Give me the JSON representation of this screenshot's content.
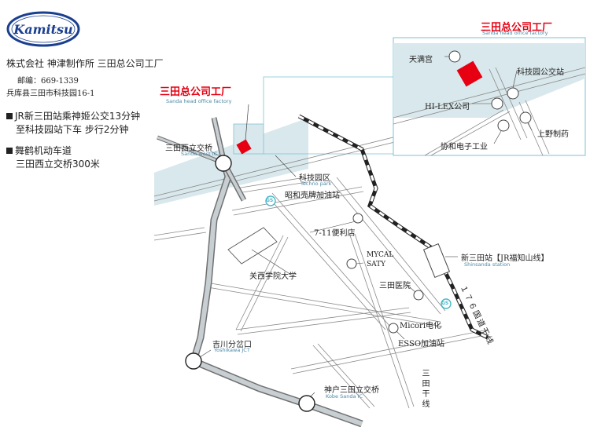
{
  "logo_text": "Kamitsu",
  "company_line": "株式会社  神津制作所  三田总公司工厂",
  "postal": "邮编：669-1339",
  "address": "兵库县三田市科技园16-1",
  "route1": {
    "line1": "JR新三田站乘神姬公交13分钟",
    "line2": "至科技园站下车    步行2分钟"
  },
  "route2": {
    "line1": "舞鹤机动车道",
    "line2": "三田西立交桥300米"
  },
  "factory": {
    "zh": "三田总公司工厂",
    "en": "Sanda head office factory"
  },
  "inset": {
    "title_zh": "三田总公司工厂",
    "title_en": "Sanda head office factory",
    "tenmangu": "天满宫",
    "techpark_bus": "科技园公交站",
    "hi_lex": "HI-LEX公司",
    "kyowa": "协和电子工业",
    "ueno": "上野制药"
  },
  "labels": {
    "sanda_west_ic_zh": "三田西立交桥",
    "sanda_west_ic_en": "Sanda west IC",
    "techno_park_zh": "科技园区",
    "techno_park_en": "Techno park",
    "showa_gs": "昭和壳牌加油站",
    "seven_eleven": "7-11便利店",
    "kansai_univ": "关西学院大学",
    "mycal": "MYCAL",
    "saty": "SATY",
    "sanda_hospital": "三田医院",
    "shinsanda_zh": "新三田站【JR福知山线】",
    "shinsanda_en": "Shinsanda station",
    "route176": "１７６国道干线",
    "micori": "Micori电化",
    "esso": "ESSO加油站",
    "yoshikawa_zh": "吉川分岔口",
    "yoshikawa_en": "Yoshikawa JCT",
    "kobe_sanda_zh": "神户三田立交桥",
    "kobe_sanda_en": "Kobe Sanda IC",
    "sanda_trunk": "三田干线"
  },
  "colors": {
    "accent_red": "#e60012",
    "logo_blue": "#1b3f8f",
    "area": "#d9e8ec",
    "caption_blue": "#4a88a8"
  }
}
